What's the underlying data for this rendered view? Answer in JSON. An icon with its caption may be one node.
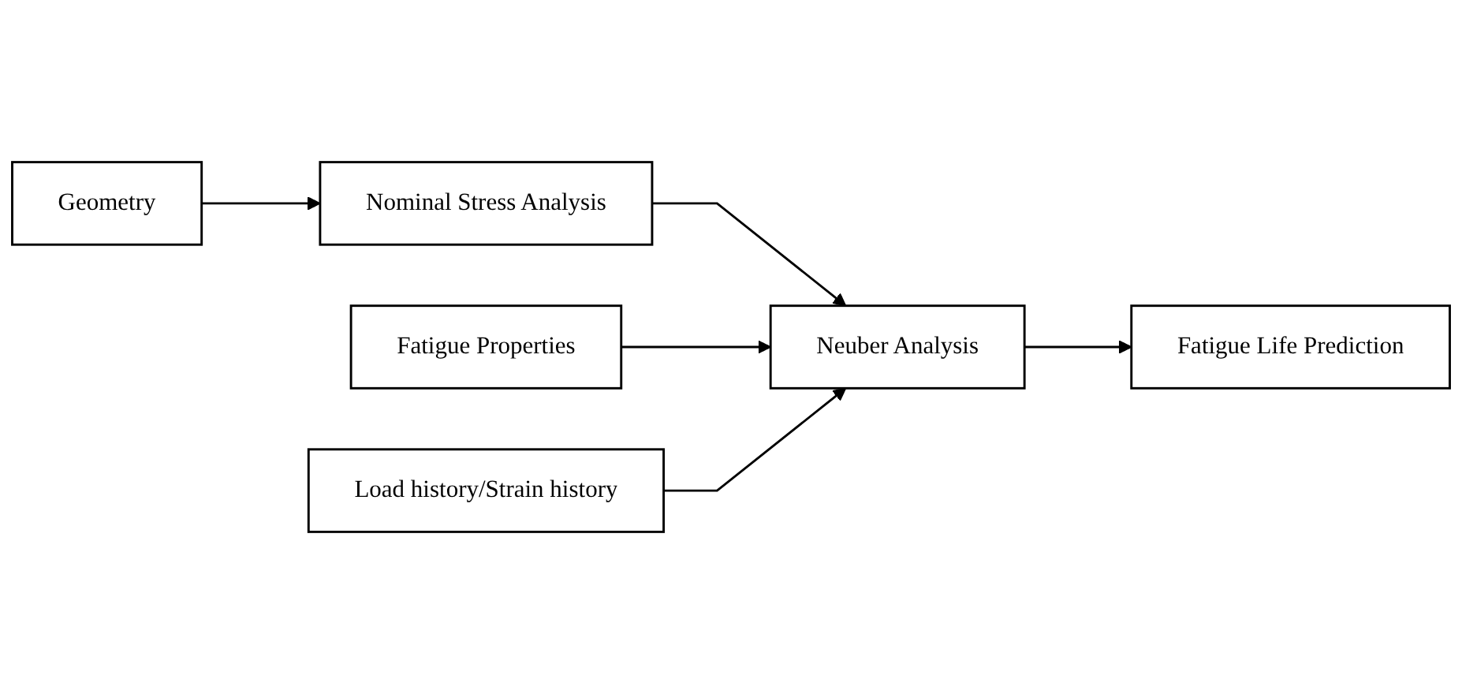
{
  "diagram": {
    "nodes": [
      {
        "text": [
          "Geometry"
        ]
      },
      {
        "text": [
          "Nominal Stress Analysis"
        ]
      },
      {
        "text": [
          "Fatigue Properties"
        ]
      },
      {
        "text": [
          "Neuber Analysis"
        ]
      },
      {
        "text": [
          "Fatigue Life Prediction"
        ]
      },
      {
        "text": [
          "Load history/Strain history"
        ]
      }
    ],
    "edges": [
      {
        "from": 0,
        "to": 1,
        "arrow": "to"
      },
      {
        "from": 1,
        "to": 3,
        "arrow": "to"
      },
      {
        "from": 2,
        "to": 3,
        "arrow": "to"
      },
      {
        "from": 5,
        "to": 3,
        "arrow": "to"
      },
      {
        "from": 3,
        "to": 4,
        "arrow": "to"
      }
    ]
  }
}
